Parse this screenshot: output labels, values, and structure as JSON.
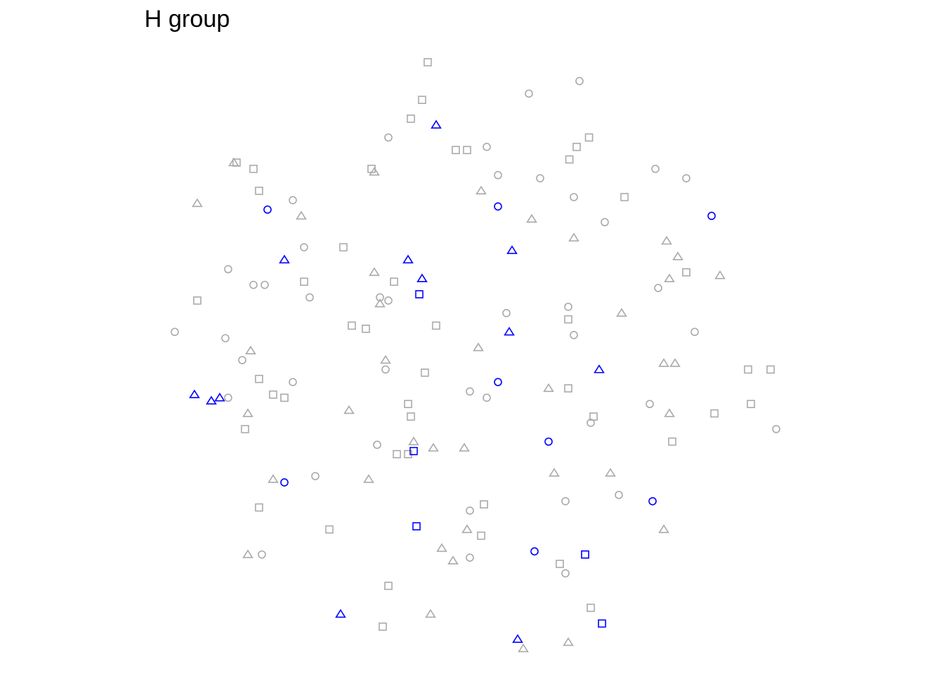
{
  "chart_data": {
    "type": "scatter",
    "title": "H group",
    "xlabel": "",
    "ylabel": "",
    "axes_visible": false,
    "grid": false,
    "legend": "none",
    "xlim": [
      0,
      100
    ],
    "ylim": [
      0,
      100
    ],
    "colors": {
      "highlight": "#0000ff",
      "other": "#aaaaaa"
    },
    "series": [
      {
        "group": "other",
        "shape": "square",
        "points": [
          [
            46.0,
            98.0
          ],
          [
            45.0,
            92.0
          ],
          [
            43.0,
            89.0
          ],
          [
            12.0,
            82.0
          ],
          [
            15.0,
            81.0
          ],
          [
            36.0,
            81.0
          ],
          [
            51.0,
            84.0
          ],
          [
            53.0,
            84.0
          ],
          [
            72.5,
            84.5
          ],
          [
            74.7,
            86.0
          ],
          [
            71.2,
            82.5
          ],
          [
            16.0,
            77.5
          ],
          [
            81.0,
            76.5
          ],
          [
            31.0,
            68.5
          ],
          [
            24.0,
            63.0
          ],
          [
            40.0,
            63.0
          ],
          [
            5.0,
            60.0
          ],
          [
            92.0,
            64.5
          ],
          [
            71.0,
            57.0
          ],
          [
            32.5,
            56.0
          ],
          [
            35.0,
            55.5
          ],
          [
            47.5,
            56.0
          ],
          [
            45.5,
            48.5
          ],
          [
            16.0,
            47.5
          ],
          [
            18.5,
            45.0
          ],
          [
            20.5,
            44.5
          ],
          [
            71.0,
            46.0
          ],
          [
            42.5,
            43.5
          ],
          [
            43.0,
            41.5
          ],
          [
            75.5,
            41.5
          ],
          [
            13.5,
            39.5
          ],
          [
            103.0,
            49.0
          ],
          [
            107.0,
            49.0
          ],
          [
            103.5,
            43.5
          ],
          [
            97.0,
            42.0
          ],
          [
            89.5,
            37.5
          ],
          [
            40.5,
            35.5
          ],
          [
            42.5,
            35.5
          ],
          [
            16.0,
            27.0
          ],
          [
            56.0,
            27.5
          ],
          [
            28.5,
            23.5
          ],
          [
            55.5,
            22.5
          ],
          [
            69.5,
            18.0
          ],
          [
            39.0,
            14.5
          ],
          [
            75.0,
            11.0
          ],
          [
            38.0,
            8.0
          ]
        ]
      },
      {
        "group": "other",
        "shape": "circle",
        "points": [
          [
            64.0,
            93.0
          ],
          [
            73.0,
            95.0
          ],
          [
            39.0,
            86.0
          ],
          [
            56.5,
            84.5
          ],
          [
            58.5,
            80.0
          ],
          [
            66.0,
            79.5
          ],
          [
            86.5,
            81.0
          ],
          [
            92.0,
            79.5
          ],
          [
            72.0,
            76.5
          ],
          [
            22.0,
            76.0
          ],
          [
            77.5,
            72.5
          ],
          [
            24.0,
            68.5
          ],
          [
            10.5,
            65.0
          ],
          [
            15.0,
            62.5
          ],
          [
            17.0,
            62.5
          ],
          [
            25.0,
            60.5
          ],
          [
            37.5,
            60.5
          ],
          [
            39.0,
            60.0
          ],
          [
            71.0,
            59.0
          ],
          [
            87.0,
            62.0
          ],
          [
            60.0,
            58.0
          ],
          [
            1.0,
            55.0
          ],
          [
            10.0,
            54.0
          ],
          [
            72.0,
            54.5
          ],
          [
            93.5,
            55.0
          ],
          [
            13.0,
            50.5
          ],
          [
            38.5,
            49.0
          ],
          [
            22.0,
            47.0
          ],
          [
            53.5,
            45.5
          ],
          [
            56.5,
            44.5
          ],
          [
            10.5,
            44.5
          ],
          [
            85.5,
            43.5
          ],
          [
            75.0,
            40.5
          ],
          [
            108.0,
            39.5
          ],
          [
            37.0,
            37.0
          ],
          [
            26.0,
            32.0
          ],
          [
            70.5,
            28.0
          ],
          [
            80.0,
            29.0
          ],
          [
            53.5,
            26.5
          ],
          [
            16.5,
            19.5
          ],
          [
            53.5,
            19.0
          ],
          [
            70.5,
            16.5
          ]
        ]
      },
      {
        "group": "other",
        "shape": "triangle",
        "points": [
          [
            11.5,
            82.0
          ],
          [
            36.5,
            80.5
          ],
          [
            55.5,
            77.5
          ],
          [
            5.0,
            75.5
          ],
          [
            23.5,
            73.5
          ],
          [
            64.5,
            73.0
          ],
          [
            72.0,
            70.0
          ],
          [
            88.5,
            69.5
          ],
          [
            90.5,
            67.0
          ],
          [
            36.5,
            64.5
          ],
          [
            89.0,
            63.5
          ],
          [
            98.0,
            64.0
          ],
          [
            37.5,
            59.5
          ],
          [
            80.5,
            58.0
          ],
          [
            14.5,
            52.0
          ],
          [
            38.5,
            50.5
          ],
          [
            55.0,
            52.5
          ],
          [
            88.0,
            50.0
          ],
          [
            90.0,
            50.0
          ],
          [
            67.5,
            46.0
          ],
          [
            14.0,
            42.0
          ],
          [
            32.0,
            42.5
          ],
          [
            89.0,
            42.0
          ],
          [
            43.5,
            37.5
          ],
          [
            47.0,
            36.5
          ],
          [
            52.5,
            36.5
          ],
          [
            68.5,
            32.5
          ],
          [
            78.5,
            32.5
          ],
          [
            18.5,
            31.5
          ],
          [
            35.5,
            31.5
          ],
          [
            53.0,
            23.5
          ],
          [
            88.0,
            23.5
          ],
          [
            14.0,
            19.5
          ],
          [
            48.5,
            20.5
          ],
          [
            50.5,
            18.5
          ],
          [
            46.5,
            10.0
          ],
          [
            63.0,
            4.5
          ],
          [
            71.0,
            5.5
          ]
        ]
      },
      {
        "group": "highlight",
        "shape": "circle",
        "points": [
          [
            17.5,
            74.5
          ],
          [
            58.5,
            75.0
          ],
          [
            96.5,
            73.5
          ],
          [
            58.5,
            47.0
          ],
          [
            67.5,
            37.5
          ],
          [
            20.5,
            31.0
          ],
          [
            86.0,
            28.0
          ],
          [
            65.0,
            20.0
          ]
        ]
      },
      {
        "group": "highlight",
        "shape": "triangle",
        "points": [
          [
            47.5,
            88.0
          ],
          [
            20.5,
            66.5
          ],
          [
            42.5,
            66.5
          ],
          [
            45.0,
            63.5
          ],
          [
            61.0,
            68.0
          ],
          [
            60.5,
            55.0
          ],
          [
            76.5,
            49.0
          ],
          [
            4.5,
            45.0
          ],
          [
            7.5,
            44.0
          ],
          [
            9.0,
            44.5
          ],
          [
            30.5,
            10.0
          ],
          [
            62.0,
            6.0
          ]
        ]
      },
      {
        "group": "highlight",
        "shape": "square",
        "points": [
          [
            44.5,
            61.0
          ],
          [
            43.5,
            36.0
          ],
          [
            44.0,
            24.0
          ],
          [
            74.0,
            19.5
          ],
          [
            77.0,
            8.5
          ]
        ]
      }
    ]
  }
}
